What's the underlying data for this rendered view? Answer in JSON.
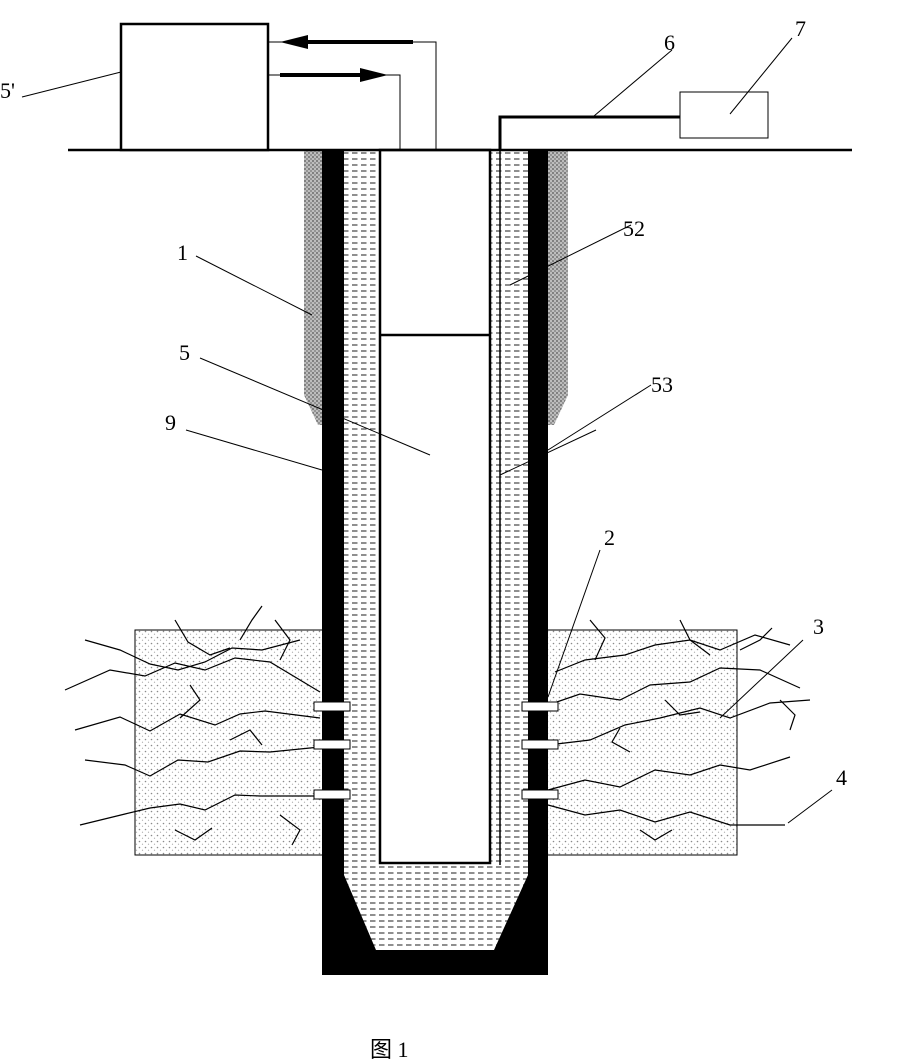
{
  "figure": {
    "caption": "图 1"
  },
  "callouts": [
    {
      "id": "5prime",
      "label": "5'"
    },
    {
      "id": "6",
      "label": "6"
    },
    {
      "id": "7",
      "label": "7"
    },
    {
      "id": "52",
      "label": "52"
    },
    {
      "id": "1",
      "label": "1"
    },
    {
      "id": "5",
      "label": "5"
    },
    {
      "id": "53",
      "label": "53"
    },
    {
      "id": "9",
      "label": "9"
    },
    {
      "id": "2",
      "label": "2"
    },
    {
      "id": "3",
      "label": "3"
    },
    {
      "id": "4",
      "label": "4"
    }
  ],
  "colors": {
    "line": "#000000",
    "stipple": "#9a9a9a",
    "hatch": "#555555",
    "background": "#ffffff"
  }
}
